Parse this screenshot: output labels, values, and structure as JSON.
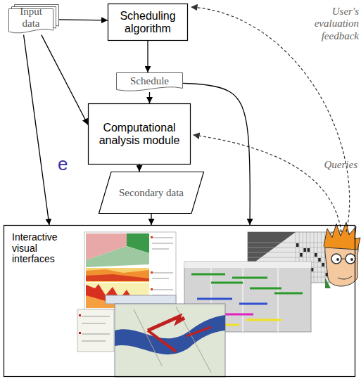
{
  "diagram": {
    "nodes": [
      {
        "text": [
          "Input data"
        ]
      },
      {
        "text": [
          "Scheduling algorithm"
        ]
      },
      {
        "text": [
          "Schedule"
        ]
      },
      {
        "text": [
          "Computational analysis module"
        ]
      },
      {
        "text": [
          "Secondary data"
        ]
      },
      {
        "text": [
          "Interactive visual interfaces"
        ]
      }
    ],
    "edges": [
      {
        "from": 0,
        "to": 1,
        "arrow": "to"
      },
      {
        "from": 1,
        "to": 2,
        "arrow": "to"
      },
      {
        "from": 0,
        "to": 3,
        "arrow": "to"
      },
      {
        "from": 2,
        "to": 3,
        "arrow": "to"
      },
      {
        "from": 3,
        "to": 4,
        "arrow": "to"
      },
      {
        "from": 0,
        "to": 5,
        "arrow": "to"
      },
      {
        "from": 4,
        "to": 5,
        "arrow": "to"
      },
      {
        "from": 2,
        "to": 5,
        "arrow": "to"
      }
    ],
    "labels": [
      "User's evaluation feedback",
      "Queries",
      "e"
    ]
  }
}
